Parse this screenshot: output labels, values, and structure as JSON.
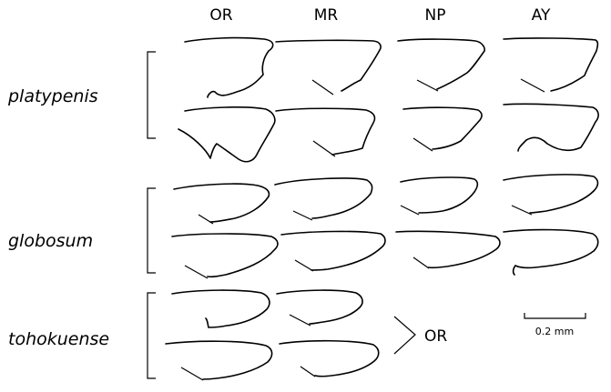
{
  "columns": [
    "OR",
    "MR",
    "NP",
    "AY"
  ],
  "species": [
    {
      "name": "platypenis"
    },
    {
      "name": "globosum"
    },
    {
      "name": "tohokuense"
    }
  ],
  "annotation": {
    "arrow_label": "OR"
  },
  "scale_bar": {
    "label": "0.2 mm"
  }
}
